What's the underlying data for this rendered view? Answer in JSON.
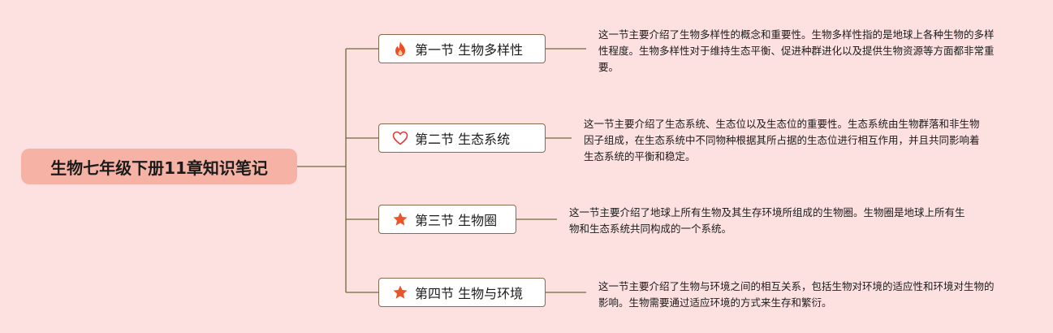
{
  "colors": {
    "background": "#fde1e1",
    "root_fill": "#f6b2a4",
    "connector": "#6b6b3a",
    "topic_border": "#8a6a4f",
    "icon_fire": "#f04b23",
    "icon_heart": "#e23b3b",
    "icon_star": "#e8562a"
  },
  "root": {
    "title": "生物七年级下册11章知识笔记"
  },
  "topics": [
    {
      "icon": "fire-icon",
      "title": "第一节 生物多样性",
      "description": "这一节主要介绍了生物多样性的概念和重要性。生物多样性指的是地球上各种生物的多样性程度。生物多样性对于维持生态平衡、促进种群进化以及提供生物资源等方面都非常重要。"
    },
    {
      "icon": "heart-outline-icon",
      "title": "第二节 生态系统",
      "description": "这一节主要介绍了生态系统、生态位以及生态位的重要性。生态系统由生物群落和非生物因子组成，在生态系统中不同物种根据其所占据的生态位进行相互作用，并且共同影响着生态系统的平衡和稳定。"
    },
    {
      "icon": "star-icon",
      "title": "第三节 生物圈",
      "description": "这一节主要介绍了地球上所有生物及其生存环境所组成的生物圈。生物圈是地球上所有生物和生态系统共同构成的一个系统。"
    },
    {
      "icon": "star-icon",
      "title": "第四节 生物与环境",
      "description": "这一节主要介绍了生物与环境之间的相互关系，包括生物对环境的适应性和环境对生物的影响。生物需要通过适应环境的方式来生存和繁衍。"
    }
  ]
}
